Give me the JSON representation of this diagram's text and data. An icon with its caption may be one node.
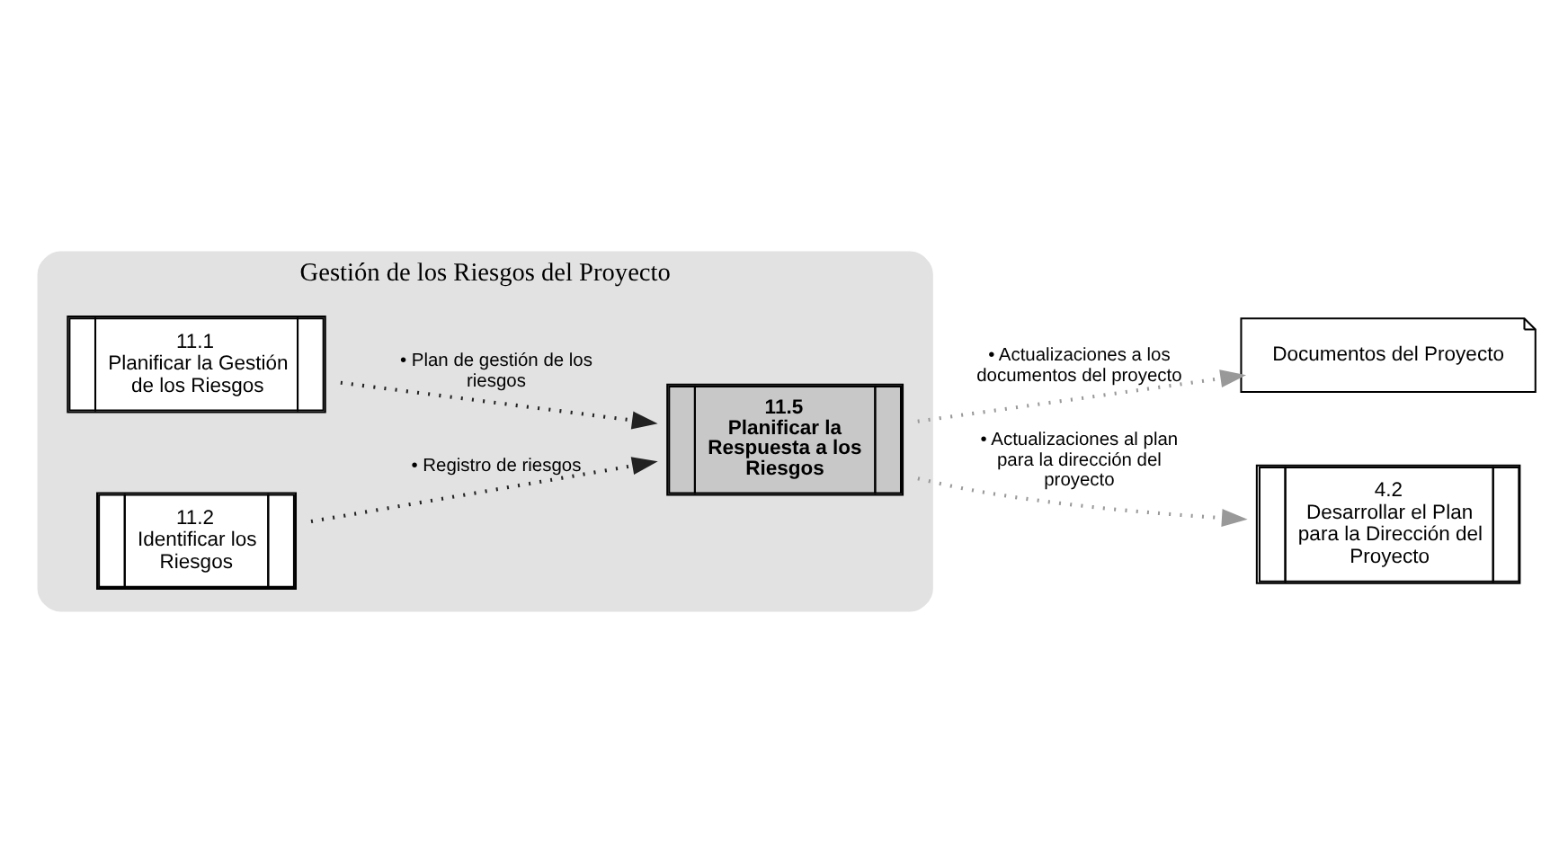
{
  "diagram": {
    "nodes": [
      {
        "text": [
          "Gestión de los Riesgos del Proyecto"
        ]
      },
      {
        "text": [
          "11.1",
          "Planificar la Gestión de los Riesgos"
        ],
        "in": 0
      },
      {
        "text": [
          "11.2",
          "Identificar los Riesgos"
        ],
        "in": 0
      },
      {
        "text": [
          "11.5",
          "Planificar la Respuesta a los Riesgos"
        ],
        "in": 0
      },
      {
        "text": [
          "Documentos del Proyecto"
        ]
      },
      {
        "text": [
          "4.2",
          "Desarrollar el Plan para la Dirección del Proyecto"
        ]
      }
    ],
    "edges": [
      {
        "from": 1,
        "to": 3,
        "arrow": "to",
        "label": "• Plan de gestión de los riesgos"
      },
      {
        "from": 2,
        "to": 3,
        "arrow": "to",
        "label": "• Registro de riesgos"
      },
      {
        "from": 3,
        "to": 4,
        "arrow": "to",
        "label": "• Actualizaciones a los documentos del proyecto",
        "color": "#999999"
      },
      {
        "from": 3,
        "to": 5,
        "arrow": "to",
        "label": "• Actualizaciones al plan para la dirección del proyecto",
        "color": "#999999"
      }
    ]
  }
}
